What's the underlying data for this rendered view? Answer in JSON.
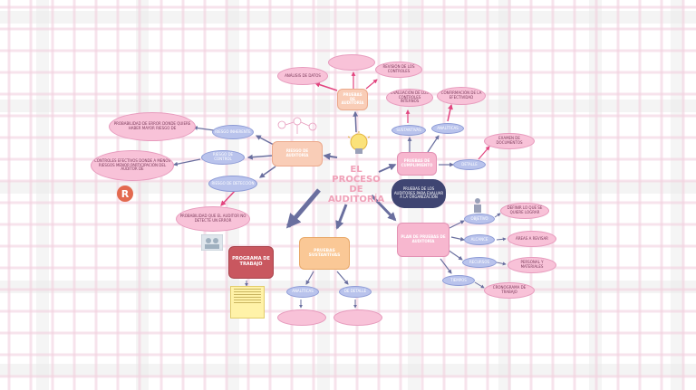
{
  "palette": {
    "grid_line": "#f3d2e0",
    "grid_band": "#e9e9e9",
    "arrow_navy": "#6a6f9f",
    "arrow_pink": "#e2447f",
    "node_pink": "#f8c2d8",
    "node_blue": "#b9c3ec",
    "node_peach": "#f9cdb7",
    "node_red": "#c9575f",
    "node_orange": "#fac896",
    "cloud": "#3f4572"
  },
  "center": {
    "title": "EL PROCESO DE AUDITORÍA",
    "icon": "lightbulb-icon"
  },
  "riesgo": {
    "main": "RIESGO DE AUDITORÍA",
    "inherente": "RIESGO INHERENTE",
    "control": "RIESGO DE CONTROL",
    "deteccion": "RIESGO DE DETECCIÓN",
    "note_inherente": "PROBABILIDAD DE ERROR DONDE QUIERE HABER MAYOR RIESGO DE",
    "note_control": "CONTROLES EFECTIVOS DONDE A MENOS RIESGOS MENOR PARTICIPACIÓN DEL AUDITOR DE",
    "note_deteccion": "PROBABILIDAD QUE EL AUDITOR NO DETECTE UN ERROR",
    "logo_icon": "r-logo-icon",
    "picture_icon": "people-picture-icon"
  },
  "top": {
    "box": "PRUEBAS DE AUDITORÍA",
    "left_note": "ANÁLISIS DE DATOS",
    "top_note": "",
    "right_note": "REVISIÓN DE LOS CONTROLES"
  },
  "cumplimiento": {
    "main": "PRUEBAS DE CUMPLIMIENTO",
    "cloud": "PRUEBAS DE LOS AUDITORES PARA EVALUAR A LA ORGANIZACIÓN",
    "left_mini": "SUSTANTIVAS",
    "right_mini": "ANALÍTICAS",
    "low_mini": "DETALLE",
    "note_left": "EVALUACIÓN DE LOS CONTROLES INTERNOS",
    "note_right": "CONFIRMACIÓN DE LA EFECTIVIDAD",
    "note_far": "EXAMEN DE DOCUMENTOS"
  },
  "plan": {
    "main": "PLAN DE PRUEBAS DE AUDITORÍA",
    "items": [
      "OBJETIVO",
      "ALCANCE",
      "RECURSOS",
      "TIEMPOS"
    ],
    "notes": [
      "DEFINIR LO QUE SE QUIERE LOGRAR",
      "ÁREAS A REVISAR",
      "PERSONAL Y MATERIALES",
      "CRONOGRAMA DE TRABAJO"
    ],
    "person_icon": "person-icon"
  },
  "programa": {
    "main": "PROGRAMA DE TRABAJO",
    "sticky_icon": "sticky-note-icon"
  },
  "sustantivas": {
    "main": "PRUEBAS SUSTANTIVAS",
    "left_mini": "ANALÍTICAS",
    "right_mini": "DE DETALLE",
    "left_note": "",
    "right_note": ""
  }
}
